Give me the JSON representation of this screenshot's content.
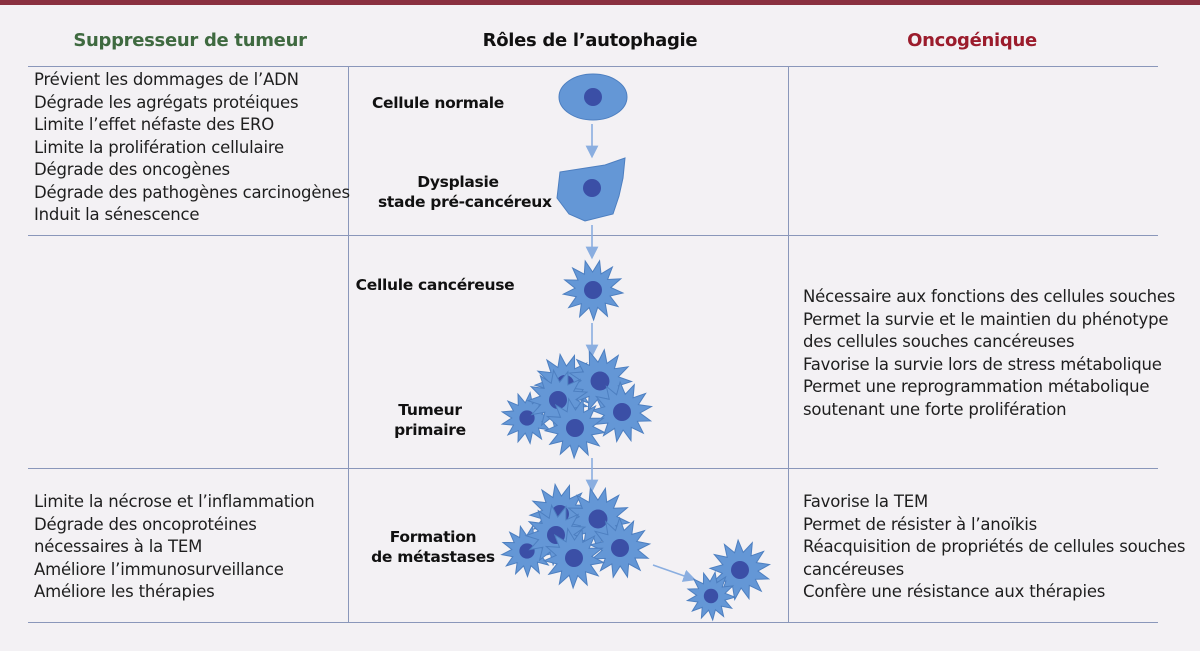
{
  "headers": {
    "left": "Suppresseur de tumeur",
    "center": "Rôles de l’autophagie",
    "right": "Oncogénique"
  },
  "colors": {
    "left_header": "#3f6a40",
    "center_header": "#111111",
    "right_header": "#9b1c2c",
    "cell_fill": "#6497d6",
    "cell_stroke": "#4d7fc0",
    "nucleus": "#3b4fa6",
    "arrow": "#8aaee0",
    "top_bar": "#8a3040"
  },
  "left_column": {
    "top": [
      "Prévient les dommages de l’ADN",
      "Dégrade les agrégats protéiques",
      "Limite l’effet néfaste des ERO",
      "Limite la prolifération cellulaire",
      "Dégrade des oncogènes",
      "Dégrade des pathogènes carcinogènes",
      "Induit la sénescence"
    ],
    "bottom": [
      "Limite la nécrose et l’inflammation",
      "Dégrade des oncoprotéines",
      "nécessaires à la TEM",
      "Améliore l’immunosurveillance",
      "Améliore les thérapies"
    ]
  },
  "stages": {
    "normal": [
      "Cellule normale"
    ],
    "dysplasia": [
      "Dysplasie",
      "stade pré-cancéreux"
    ],
    "cancer": [
      "Cellule cancéreuse"
    ],
    "tumor": [
      "Tumeur",
      "primaire"
    ],
    "metastasis": [
      "Formation",
      "de métastases"
    ]
  },
  "right_column": {
    "middle": [
      "Nécessaire aux fonctions des cellules souches",
      "Permet la survie et le maintien du phénotype",
      "des cellules souches cancéreuses",
      "Favorise la survie lors de stress métabolique",
      "Permet une reprogrammation métabolique",
      "soutenant une forte prolifération"
    ],
    "bottom": [
      "Favorise la TEM",
      "Permet de résister à l’anoïkis",
      "Réacquisition de propriétés de cellules souches",
      "cancéreuses",
      "Confère une résistance aux thérapies"
    ]
  }
}
